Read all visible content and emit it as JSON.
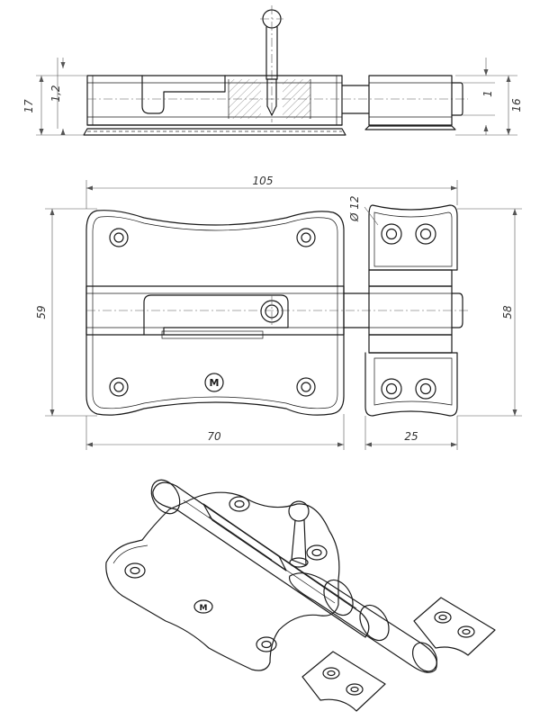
{
  "drawing": {
    "top_view_dims": {
      "left_total": "17",
      "left_thickness": "1,2",
      "right_pin": "1",
      "right_total": "16"
    },
    "front_view_dims": {
      "overall_width": "105",
      "body_width": "70",
      "keeper_width": "25",
      "body_height": "59",
      "keeper_height": "58",
      "hole_diameter": "Ø 12"
    },
    "logo_letter": "M"
  }
}
